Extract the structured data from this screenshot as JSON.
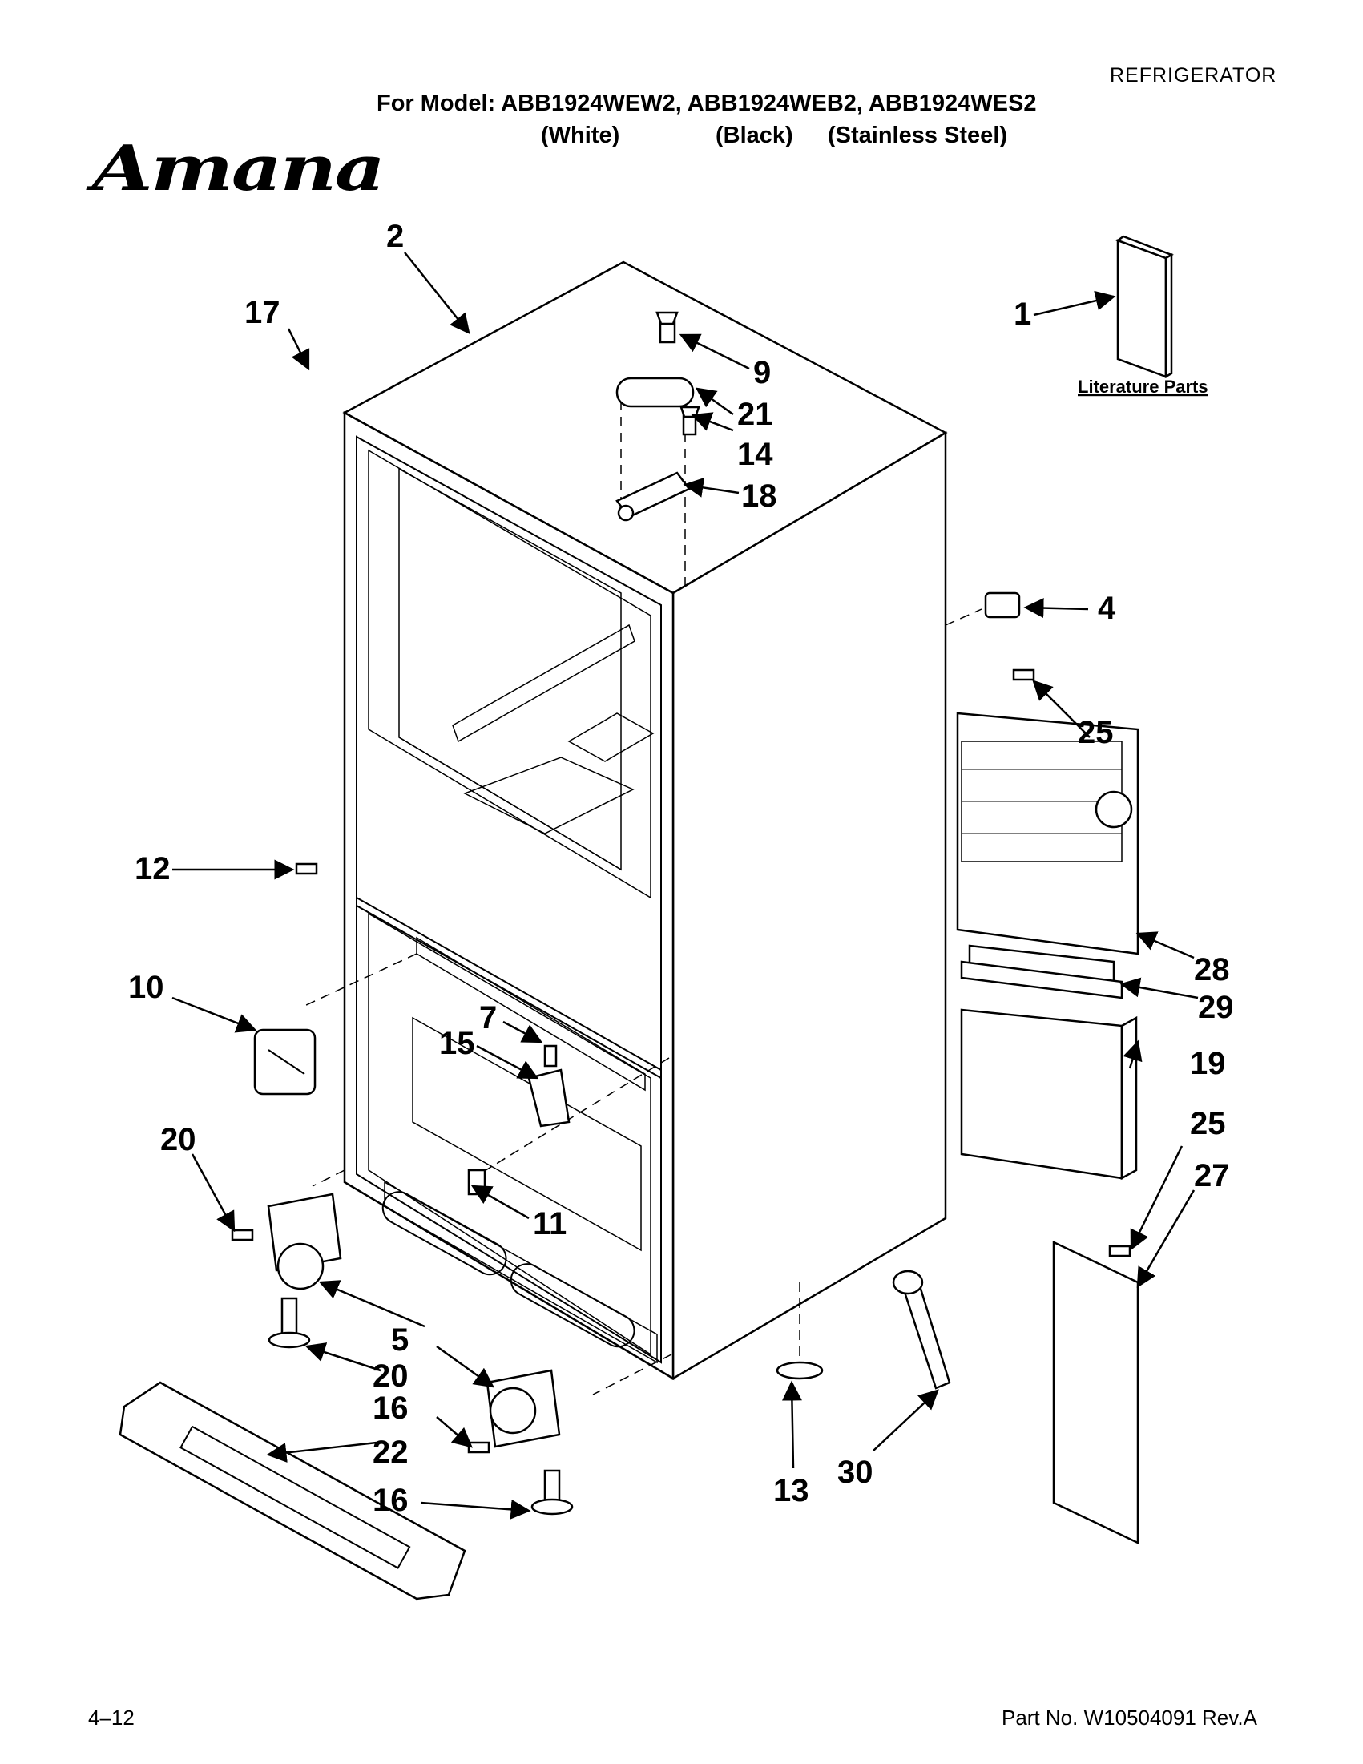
{
  "header": {
    "category": "REFRIGERATOR",
    "model_line": "For Model: ABB1924WEW2, ABB1924WEB2, ABB1924WES2",
    "variants": [
      "(White)",
      "(Black)",
      "(Stainless Steel)"
    ],
    "brand": "Amana"
  },
  "diagram": {
    "literature_label": "Literature Parts",
    "callouts": [
      "1",
      "2",
      "4",
      "5",
      "7",
      "9",
      "10",
      "11",
      "12",
      "13",
      "14",
      "15",
      "16",
      "16",
      "17",
      "18",
      "19",
      "20",
      "20",
      "21",
      "22",
      "25",
      "25",
      "27",
      "28",
      "29",
      "30"
    ]
  },
  "footer": {
    "page_number": "4–12",
    "part_number": "Part No. W10504091 Rev.A"
  }
}
